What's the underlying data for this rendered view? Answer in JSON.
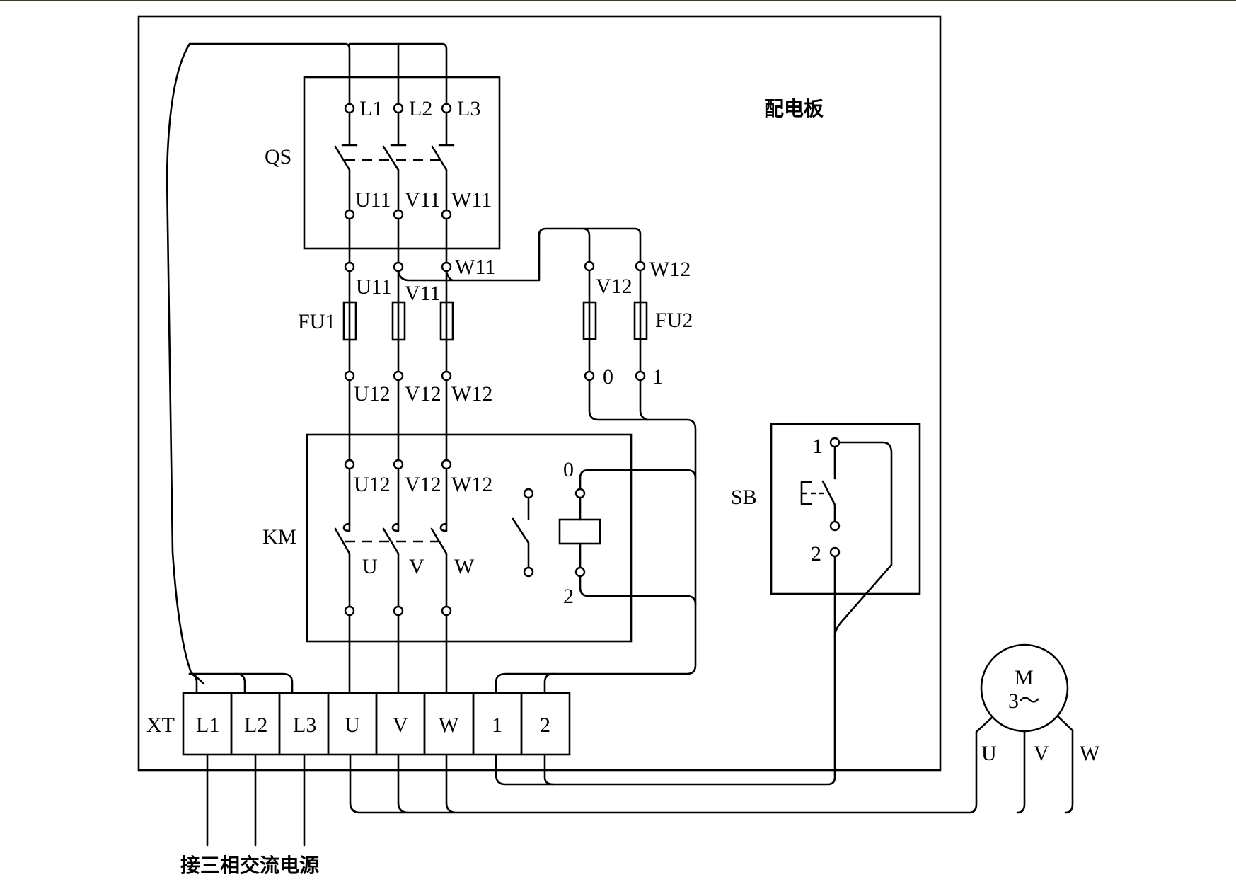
{
  "title": "配电板",
  "source_note": "接三相交流电源",
  "components": {
    "QS": {
      "label": "QS",
      "in_terminals": [
        "L1",
        "L2",
        "L3"
      ],
      "out_terminals": [
        "U11",
        "V11",
        "W11"
      ]
    },
    "FU1": {
      "label": "FU1",
      "in_terminals": [
        "U11",
        "V11",
        "W11"
      ],
      "out_terminals": [
        "U12",
        "V12",
        "W12"
      ]
    },
    "FU2": {
      "label": "FU2",
      "in_terminals": [
        "V12",
        "W12"
      ],
      "out_terminals": [
        "0",
        "1"
      ]
    },
    "KM": {
      "label": "KM",
      "in_terminals": [
        "U12",
        "V12",
        "W12"
      ],
      "out_terminals": [
        "U",
        "V",
        "W"
      ],
      "coil_terminals": [
        "0",
        "2"
      ]
    },
    "SB": {
      "label": "SB",
      "terminals": [
        "1",
        "2"
      ]
    },
    "XT": {
      "label": "XT",
      "cells": [
        "L1",
        "L2",
        "L3",
        "U",
        "V",
        "W",
        "1",
        "2"
      ]
    },
    "M": {
      "label": "M",
      "sub": "3～",
      "leads": [
        "U",
        "V",
        "W"
      ]
    }
  }
}
